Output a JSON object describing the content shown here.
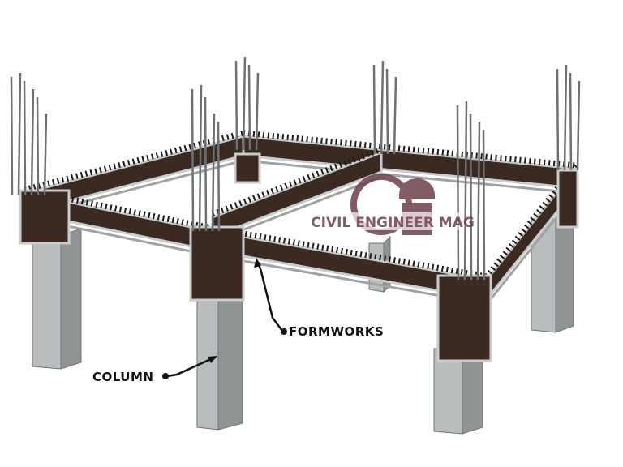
{
  "labels": {
    "formworks": "FORMWORKS",
    "column": "COLUMN"
  },
  "watermark": {
    "text": "CIVIL ENGINEER MAG",
    "color": "#6e3f4b"
  },
  "colors": {
    "formwork": "#3b2a22",
    "formwork_edge": "#c9cccd",
    "column_front": "#b9bdbe",
    "column_side": "#8f9495",
    "rebar": "#6d7173",
    "stirrup": "#1e1a18"
  }
}
